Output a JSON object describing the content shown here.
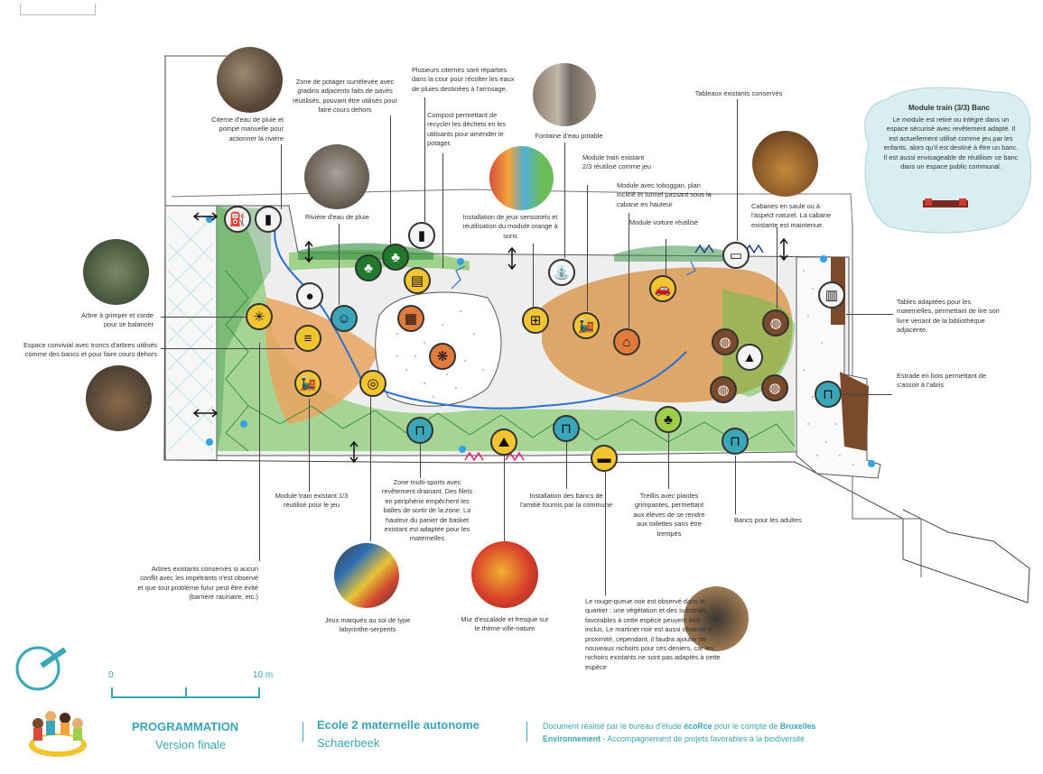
{
  "labels": {
    "citerne": "Citerne d'eau de pluie et pompe manuelle pour actionner la rivière",
    "potager": "Zone de potager surrélevée avec gradins adjacents faits de pavés réutilisés, pouvant être utilisés pour faire cours dehors",
    "citernes": "Plusieurs citernes sont réparties dans la cour pour récolter les eaux de pluies destinées à l'arrosage.",
    "compost": "Compost permettant de recycler les déchets en les utilisants pour amender le potager.",
    "fontaine": "Fontaine d'eau potable",
    "tableaux": "Tableaux existants conservés",
    "riviere": "Rivière d'eau de pluie",
    "jeux_sensoriels": "Installation de jeux sensoriels et réutilisation du module orange à sons",
    "train_2_3": "Module train existant 2/3 réutilisé comme jeu",
    "toboggan": "Module avec toboggan, plan incliné et tunnel passant sous la cabane en hauteur",
    "voiture": "Module voiture réutilisé",
    "cabanes": "Cabanes en saule ou à l'aspect naturel. La cabane existante est maintenue.",
    "arbre": "Arbre à grimper et corde pour se balancer",
    "convivial": "Espace convivial avec troncs d'arbres utilisés comme des bancs et pour faire cours dehors",
    "tables": "Tables adaptées pour les maternelles, permettant de lire son livre venant de la bibliothèque adjacente.",
    "estrade": "Estrade en bois permettant de s'assoir à l'abris",
    "train_1_3": "Module train existant 1/3 réutilisé pour le jeu",
    "multisports": "Zone multi-sports avec revêtement drainant. Des filets en périphérie empêchent les balles de sortir de la zone. La hauteur du panier de basket existant est adaptée pour les maternelles",
    "bancs_amitie": "Installation des bancs de l'amitié fournis par la commune",
    "treillis": "Treillis avec plantes grimpantes, permettant aux élèves de se rendre aux toilettes sans être trempés",
    "bancs_adultes": "Bancs pour les adultes",
    "arbres_conserves": "Arbres existants conservés si aucun conflit avec les impétrants n'est observé et que tout problème futur peut être évité (barrière racinaire, etc.)",
    "jeux_sol": "Jeux marqués au sol de type labyrinthe-serpents",
    "escalade": "Mur d'escalade et fresque sur le thème ville-nature",
    "rouge_queue": "Le rouge-queue noir est observé dans le quartier : une végétation et des substrats favorables à cette espèce peuvent être inclus. Le martinet noir est aussi observé à proximité, cependant, il faudra ajouter de nouveaux nichoirs pour ces deniers, car les nichoirs existants ne sont pas adaptés à cette espèce"
  },
  "module_box": {
    "title": "Module train (3/3) Banc",
    "text": "Le module est retiré ou intégré dans un espace sécurisé avec revêtement adapté. Il est actuellement utilisé comme jeu par les enfants, alors qu'il est destiné à être un banc. Il est aussi envisageable de réutiliser ce banc dans un espace public communal."
  },
  "scale": {
    "zero": "0",
    "max": "10 m"
  },
  "footer": {
    "programmation": "PROGRAMMATION",
    "version": "Version finale",
    "ecole": "Ecole 2 maternelle autonome",
    "commune": "Schaerbeek",
    "doc_line1_a": "Document réalisé par le bureau d'étude ",
    "doc_line1_b": "écoRce",
    "doc_line1_c": " pour le compte de ",
    "doc_line1_d": "Bruxelles",
    "doc_line2_a": "Environnement",
    "doc_line2_b": " - Accompagnement de projets favorables à la biodiversité"
  },
  "colors": {
    "teal": "#3aa6b7",
    "yellow": "#f2c530",
    "orange": "#e07b3c",
    "green": "#6cbf4a",
    "brown": "#7a4a2c"
  },
  "icons": [
    "pump-icon",
    "rain-tank-icon",
    "water-drop-icon",
    "people-icon",
    "crate-icon",
    "train-icon",
    "maze-icon",
    "bench-icon",
    "climbing-icon",
    "sound-module-icon",
    "tap-icon",
    "car-icon",
    "slide-icon",
    "tree-icon",
    "board-icon",
    "hut-icon",
    "book-icon",
    "compost-icon",
    "basket-icon"
  ]
}
